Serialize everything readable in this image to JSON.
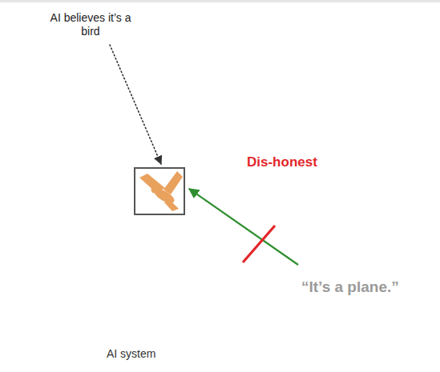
{
  "diagram": {
    "nodes": [
      {
        "text": [
          "AI system"
        ]
      }
    ],
    "labels": [
      "AI believes it’s a bird",
      "Dis-honest",
      "“It’s a plane.”"
    ]
  }
}
